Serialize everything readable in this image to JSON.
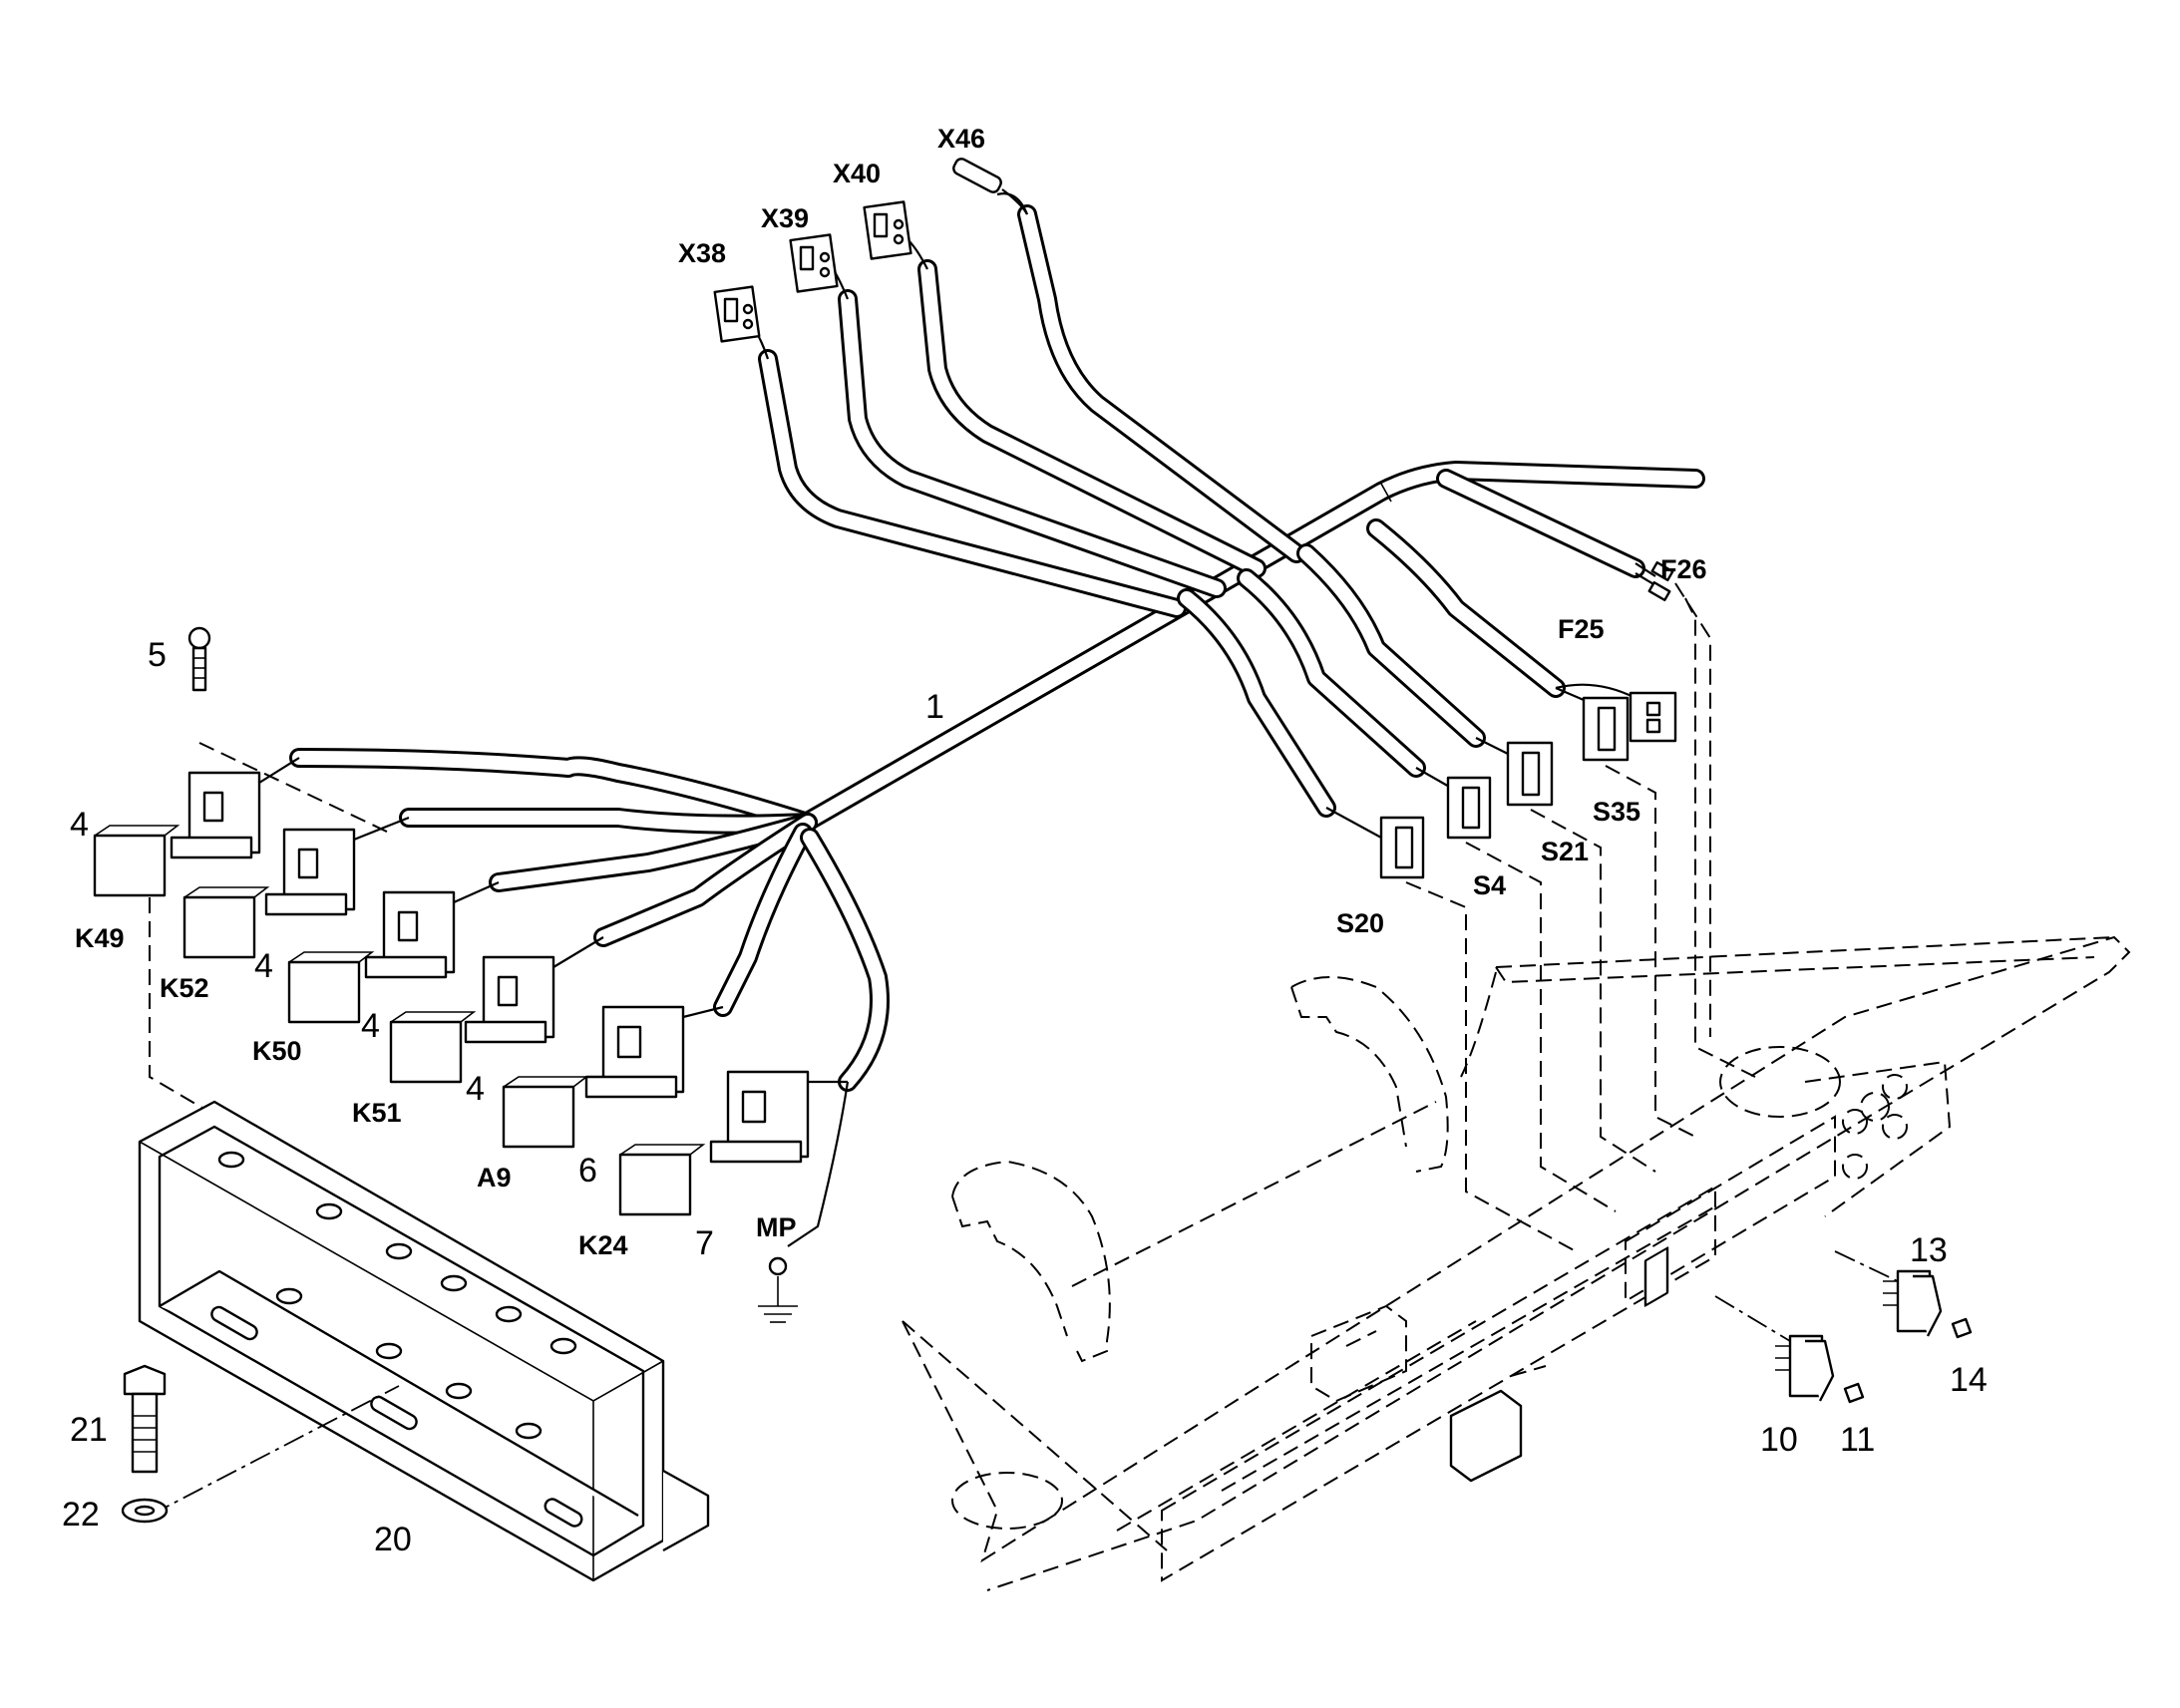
{
  "labels": {
    "x46": "X46",
    "x40": "X40",
    "x39": "X39",
    "x38": "X38",
    "f26": "F26",
    "f25": "F25",
    "n1": "1",
    "n5": "5",
    "n4a": "4",
    "k49": "K49",
    "k52": "K52",
    "n4b": "4",
    "k50": "K50",
    "n4c": "4",
    "k51": "K51",
    "n4d": "4",
    "a9": "A9",
    "n6": "6",
    "k24": "K24",
    "n7": "7",
    "mp": "MP",
    "s35": "S35",
    "s21": "S21",
    "s4": "S4",
    "s20": "S20",
    "n13": "13",
    "n14": "14",
    "n10": "10",
    "n11": "11",
    "n21": "21",
    "n22": "22",
    "n20": "20"
  },
  "icons": {
    "ground": "ground-symbol-icon",
    "screw": "screw-icon",
    "bolt": "bolt-icon",
    "washer": "washer-icon",
    "relay": "relay-icon",
    "relay_socket": "relay-socket-icon",
    "connector": "connector-icon",
    "rocker_switch": "rocker-switch-icon",
    "fuse_holder": "fuse-holder-icon"
  }
}
